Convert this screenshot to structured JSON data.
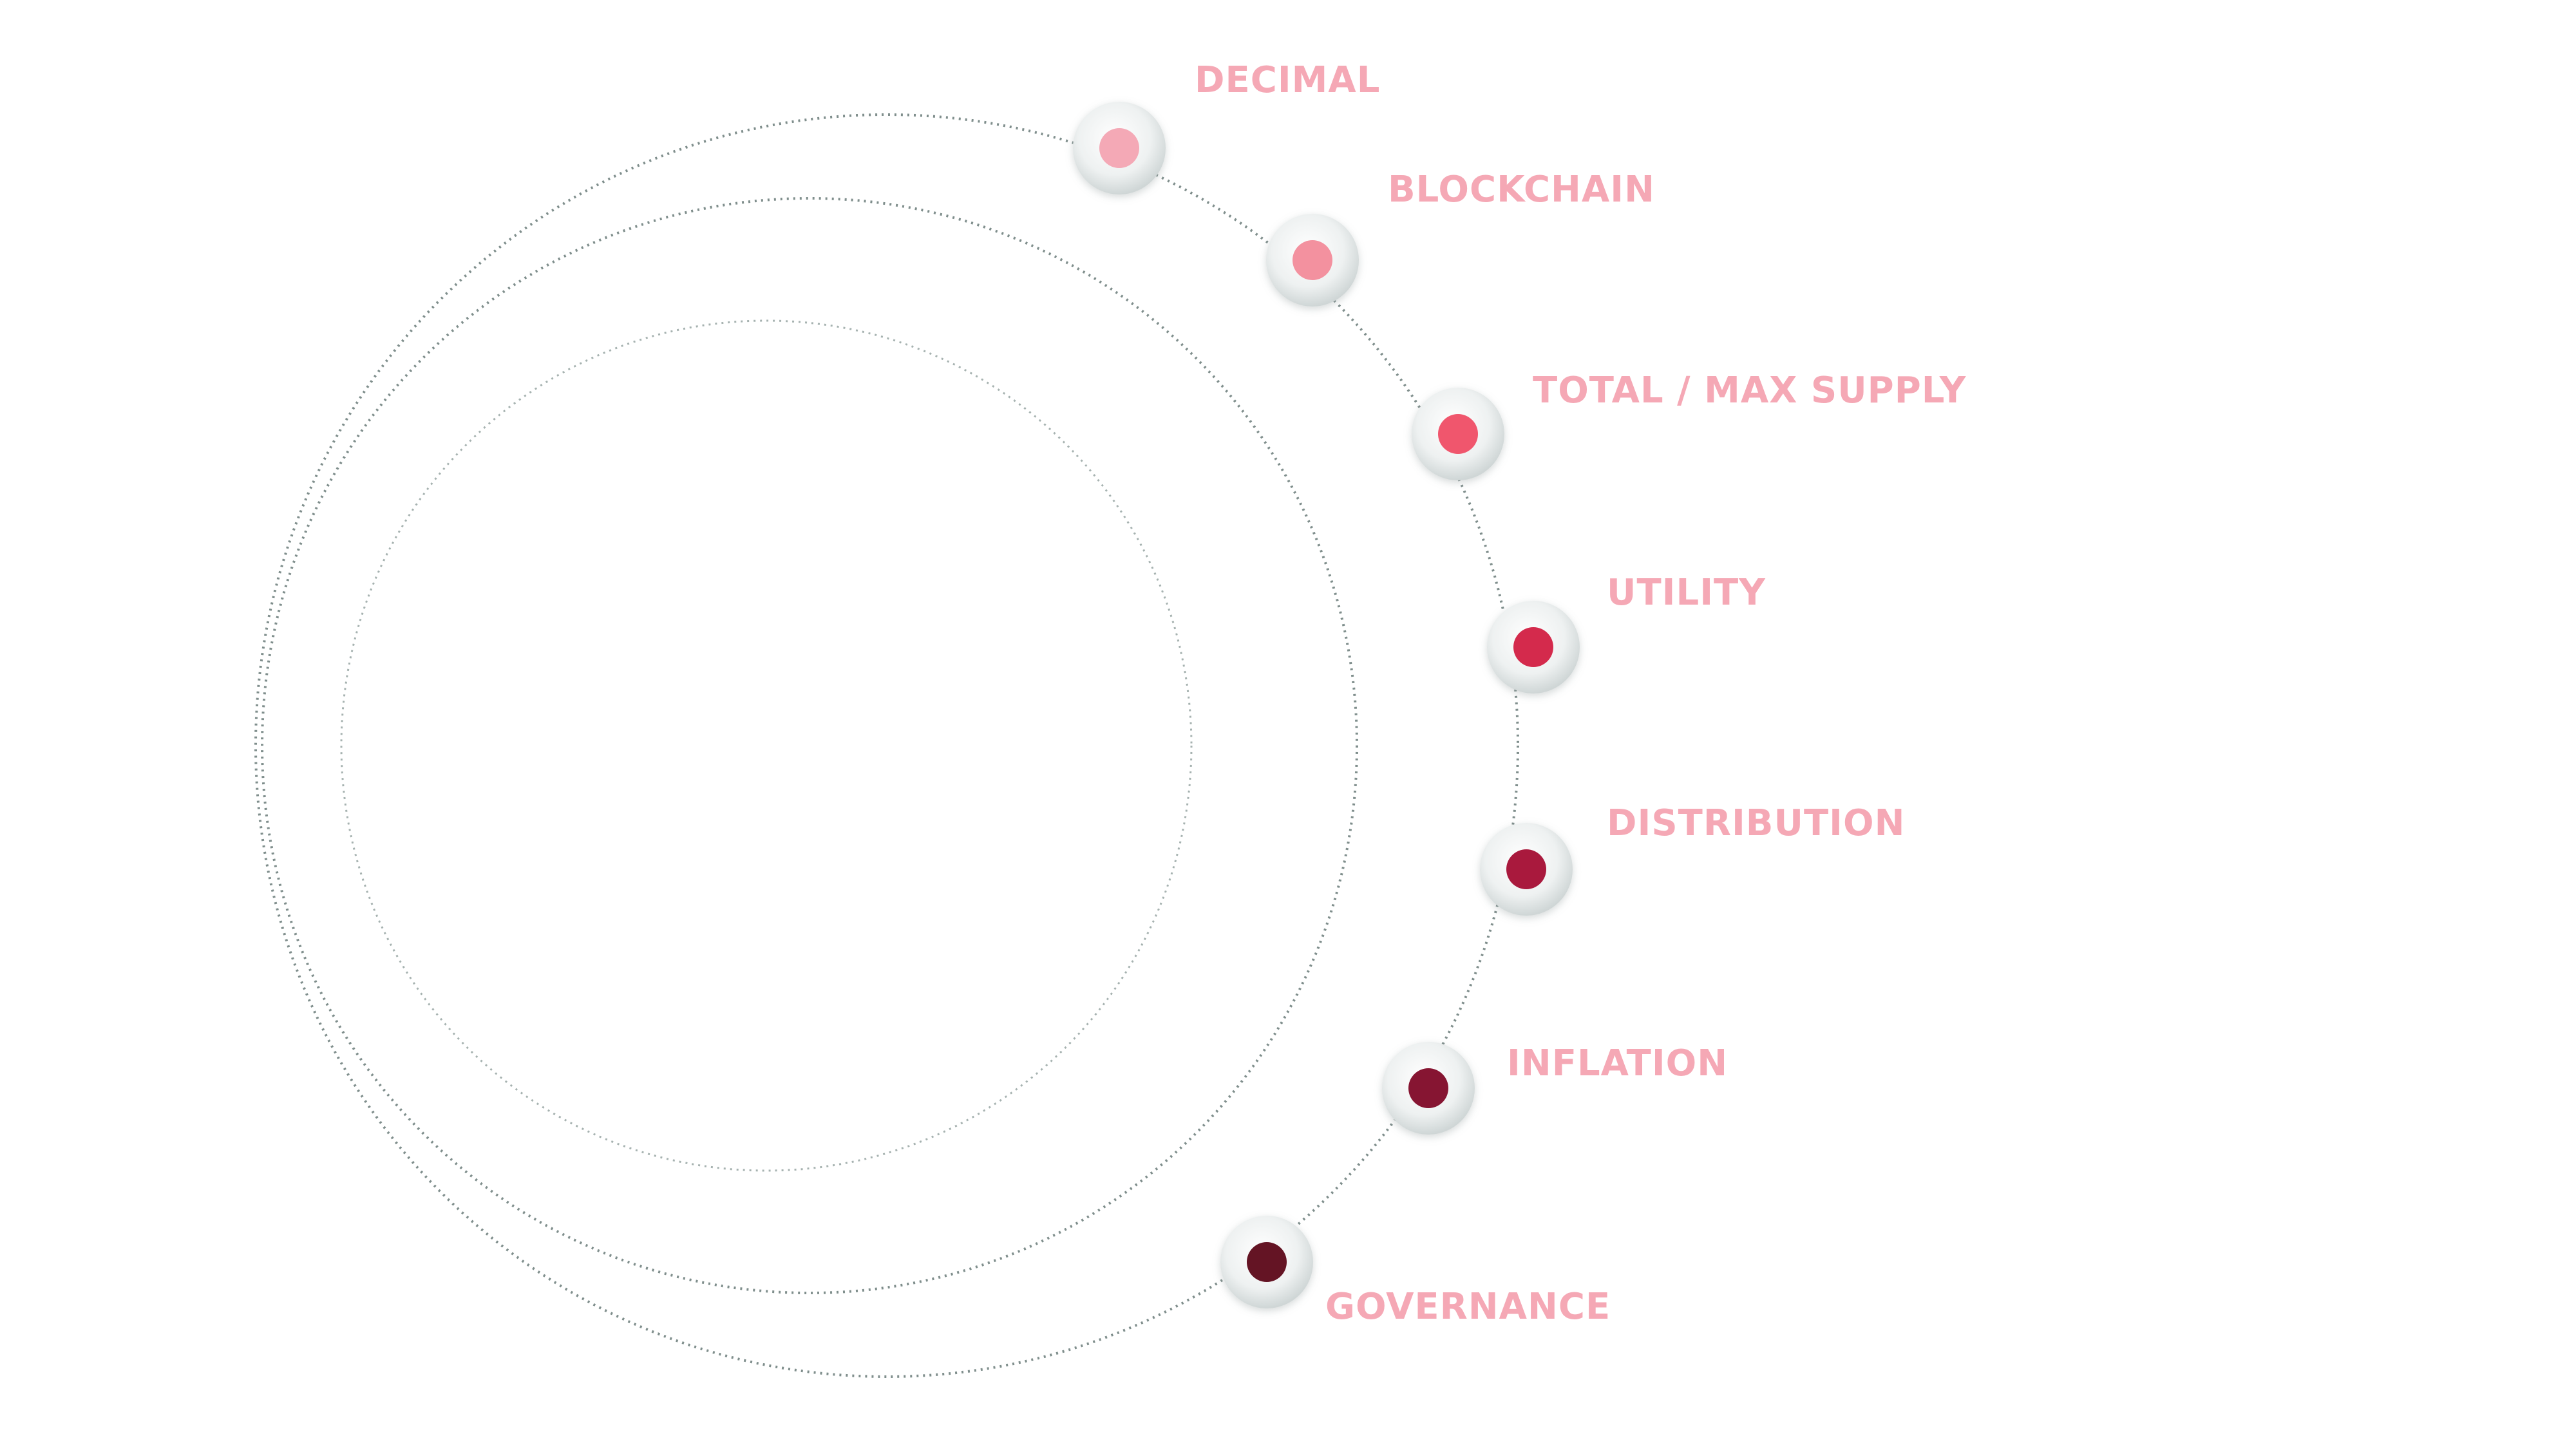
{
  "diagram": {
    "items": [
      {
        "label": "DECIMAL",
        "color": "#f4a9b6"
      },
      {
        "label": "BLOCKCHAIN",
        "color": "#f3919f"
      },
      {
        "label": "TOTAL / MAX SUPPLY",
        "color": "#f0566d"
      },
      {
        "label": "UTILITY",
        "color": "#d42a4c"
      },
      {
        "label": "DISTRIBUTION",
        "color": "#a9193d"
      },
      {
        "label": "INFLATION",
        "color": "#861532"
      },
      {
        "label": "GOVERNANCE",
        "color": "#641424"
      }
    ],
    "label_color": "#f5a8b5",
    "ring_color": "#7f8e8c"
  }
}
